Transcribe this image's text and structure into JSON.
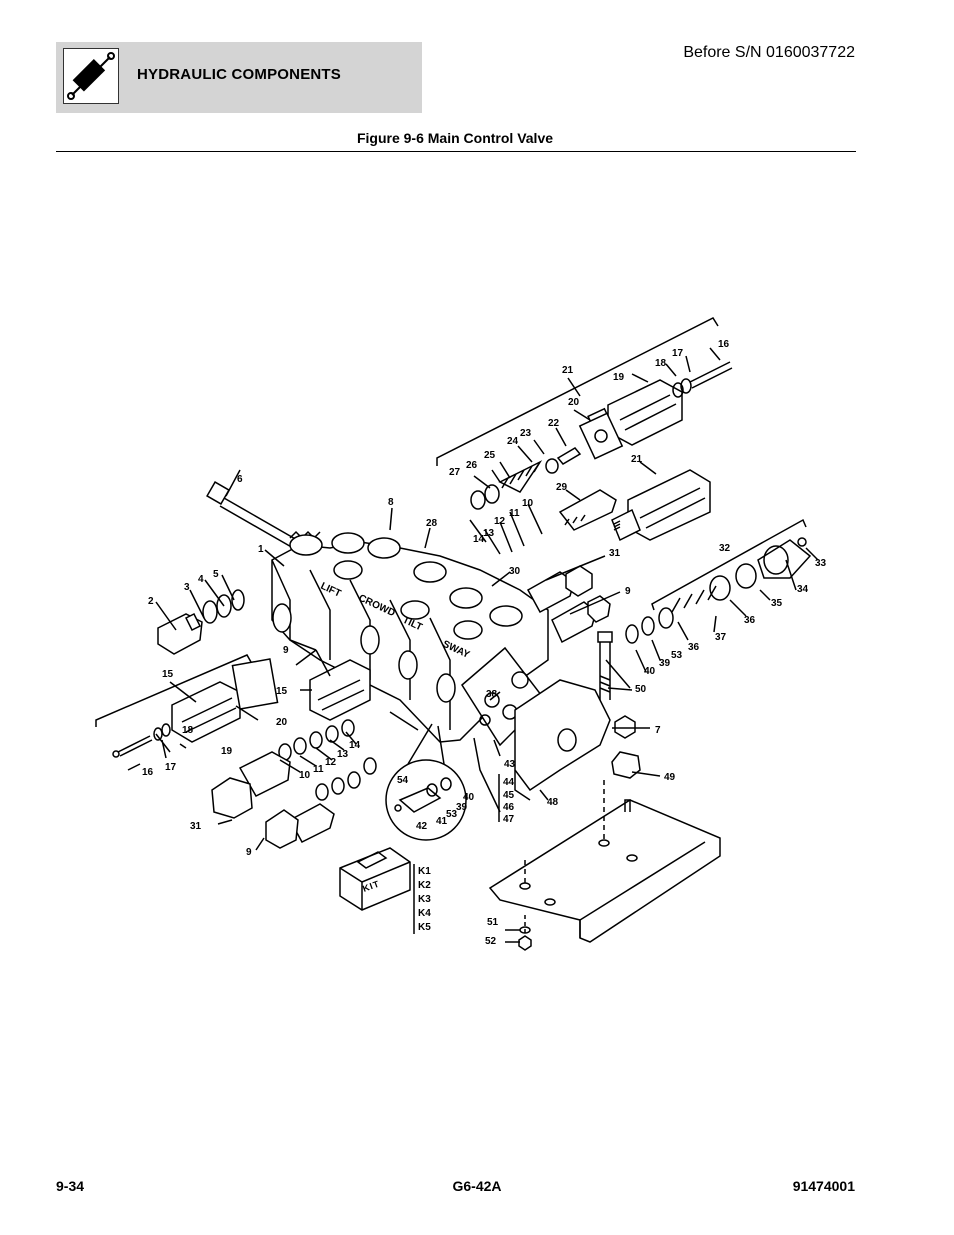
{
  "header": {
    "section_title": "HYDRAULIC COMPONENTS",
    "serial_note": "Before S/N 0160037722",
    "icon": "hydraulic-cylinder-icon"
  },
  "figure": {
    "title": "Figure 9-6 Main Control Valve",
    "section_labels": [
      "LIFT",
      "CROWD",
      "TILT",
      "SWAY"
    ],
    "kit_label": "KIT",
    "kit_items": [
      "K1",
      "K2",
      "K3",
      "K4",
      "K5"
    ],
    "callouts": [
      "16",
      "17",
      "18",
      "21",
      "19",
      "20",
      "22",
      "23",
      "24",
      "25",
      "26",
      "27",
      "6",
      "8",
      "28",
      "29",
      "10",
      "11",
      "12",
      "13",
      "14",
      "21",
      "1",
      "30",
      "31",
      "32",
      "33",
      "34",
      "35",
      "36",
      "37",
      "36",
      "3",
      "4",
      "5",
      "2",
      "9",
      "9",
      "53",
      "39",
      "40",
      "50",
      "15",
      "15",
      "20",
      "38",
      "43",
      "7",
      "19",
      "18",
      "16",
      "17",
      "10",
      "11",
      "12",
      "13",
      "14",
      "54",
      "40",
      "39",
      "53",
      "41",
      "42",
      "44",
      "45",
      "46",
      "47",
      "48",
      "49",
      "31",
      "9",
      "51",
      "52"
    ]
  },
  "footer": {
    "page_number": "9-34",
    "model": "G6-42A",
    "doc_number": "91474001"
  }
}
